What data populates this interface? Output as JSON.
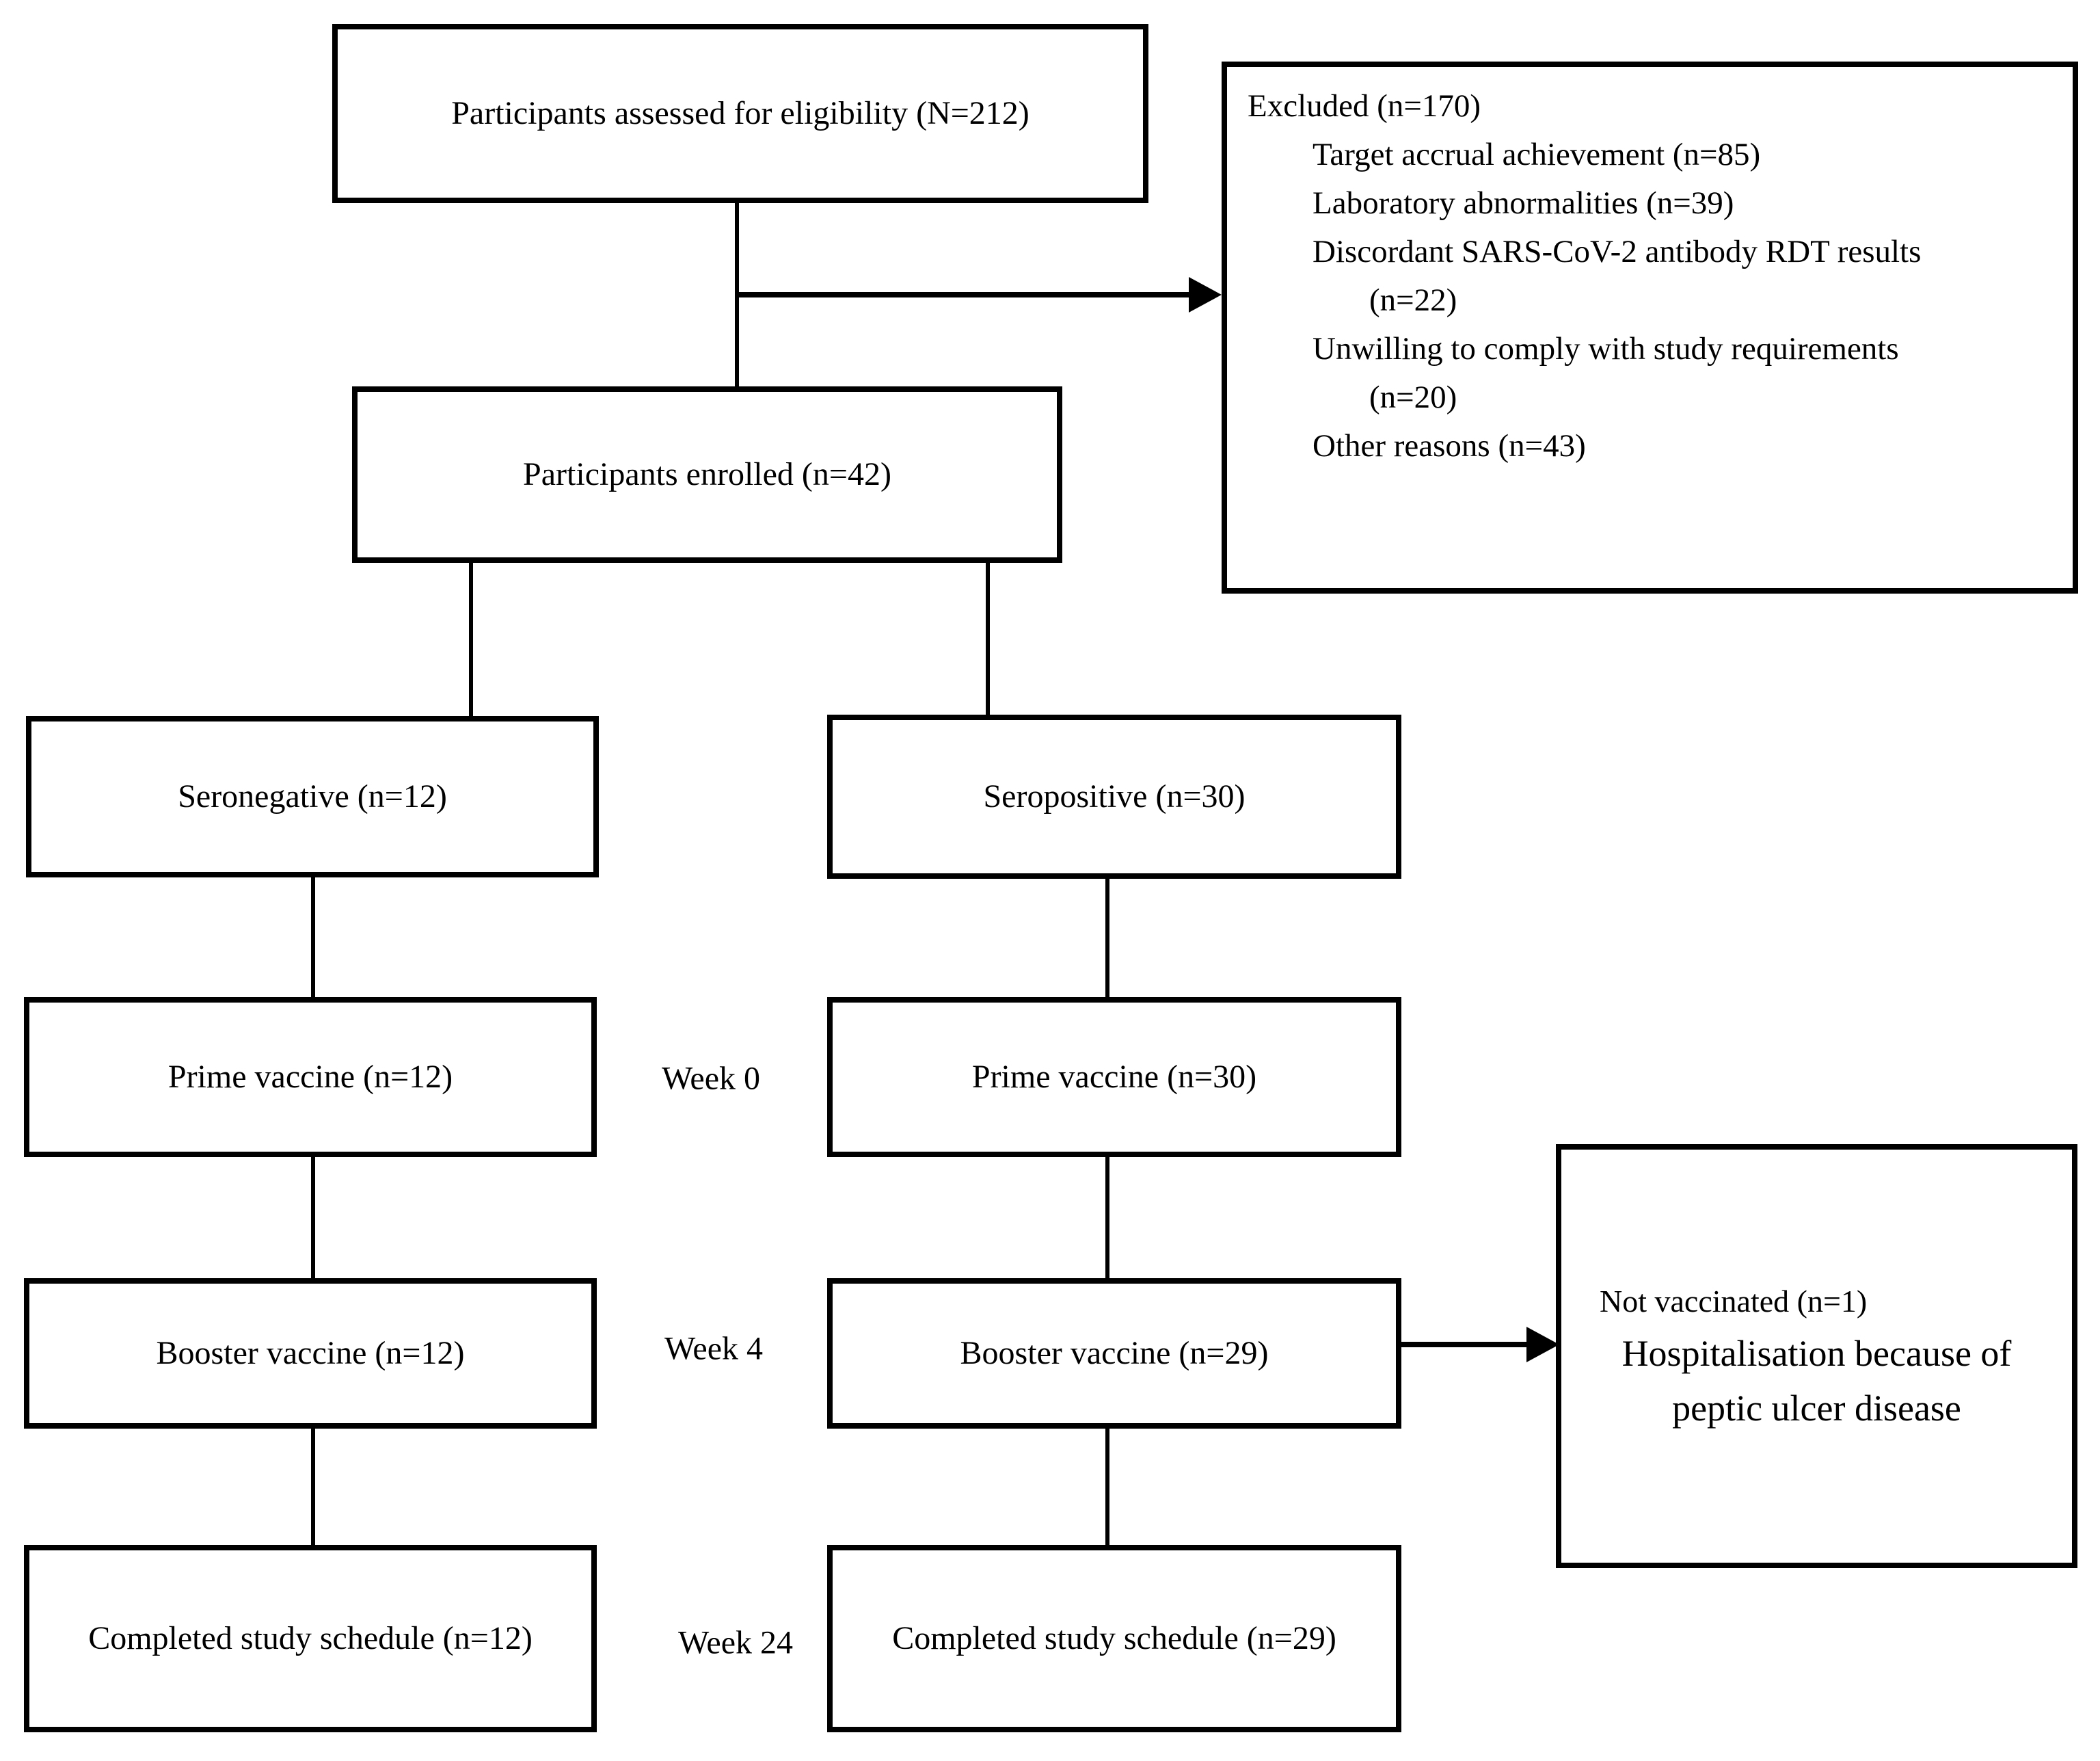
{
  "colors": {
    "line": "#000000",
    "bg": "#ffffff",
    "text": "#000000"
  },
  "boxes": {
    "assessed": "Participants assessed for eligibility (N=212)",
    "enrolled": "Participants enrolled (n=42)",
    "seronegative": "Seronegative (n=12)",
    "seropositive": "Seropositive (n=30)",
    "prime_left": "Prime vaccine (n=12)",
    "prime_right": "Prime vaccine (n=30)",
    "booster_left": "Booster vaccine (n=12)",
    "booster_right": "Booster vaccine (n=29)",
    "completed_left": "Completed study schedule (n=12)",
    "completed_right": "Completed study schedule (n=29)"
  },
  "excluded": {
    "title": "Excluded (n=170)",
    "lines": [
      "Target accrual achievement (n=85)",
      "Laboratory abnormalities (n=39)",
      "Discordant SARS-CoV-2 antibody RDT results",
      "(n=22)",
      "Unwilling to comply with study requirements",
      "(n=20)",
      "Other reasons (n=43)"
    ]
  },
  "side_note": {
    "line1": "Not vaccinated (n=1)",
    "line2": "Hospitalisation because of",
    "line3": "peptic ulcer disease"
  },
  "timeline": {
    "week0": "Week 0",
    "week4": "Week 4",
    "week24": "Week 24"
  }
}
